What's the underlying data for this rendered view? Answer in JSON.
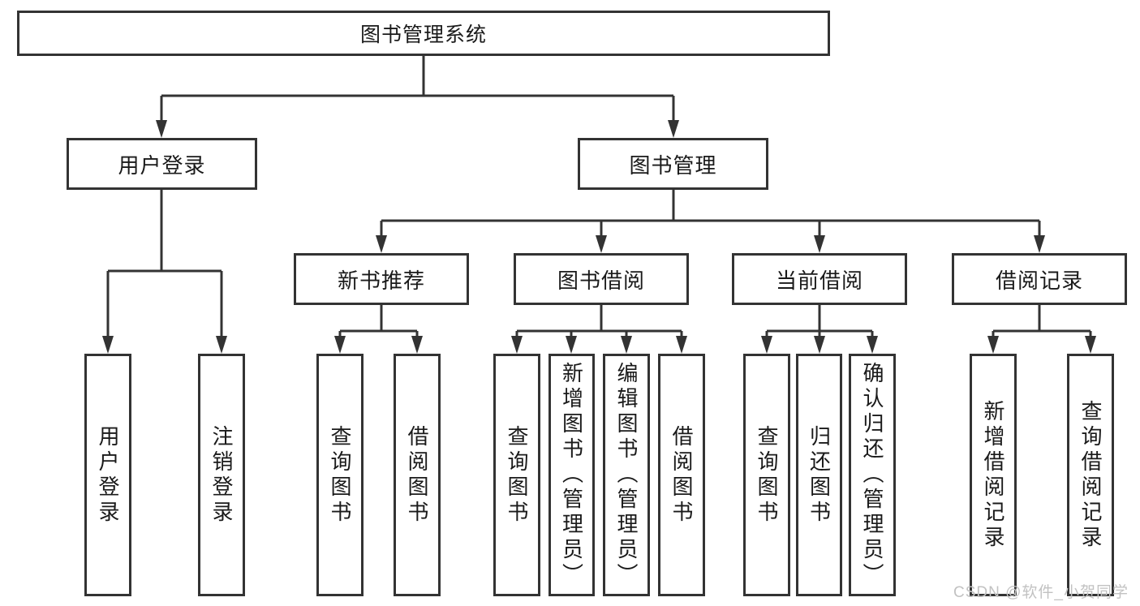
{
  "diagram_type": "hierarchy-tree",
  "tree": {
    "root": {
      "label": "图书管理系统",
      "children": [
        {
          "label": "用户登录",
          "children": [
            {
              "label": "用户登录"
            },
            {
              "label": "注销登录"
            }
          ]
        },
        {
          "label": "图书管理",
          "children": [
            {
              "label": "新书推荐",
              "children": [
                {
                  "label": "查询图书"
                },
                {
                  "label": "借阅图书"
                }
              ]
            },
            {
              "label": "图书借阅",
              "children": [
                {
                  "label": "查询图书"
                },
                {
                  "label": "新增图书（管理员）"
                },
                {
                  "label": "编辑图书（管理员）"
                },
                {
                  "label": "借阅图书"
                }
              ]
            },
            {
              "label": "当前借阅",
              "children": [
                {
                  "label": "查询图书"
                },
                {
                  "label": "归还图书"
                },
                {
                  "label": "确认归还（管理员）"
                }
              ]
            },
            {
              "label": "借阅记录",
              "children": [
                {
                  "label": "新增借阅记录"
                },
                {
                  "label": "查询借阅记录"
                }
              ]
            }
          ]
        }
      ]
    }
  },
  "watermark": {
    "text": "CSDN @软件_小贺同学"
  },
  "colors": {
    "line": "#333333",
    "box_border": "#333333",
    "text": "#1a1a1a",
    "background": "#ffffff",
    "watermark": "#c2c2c2"
  }
}
